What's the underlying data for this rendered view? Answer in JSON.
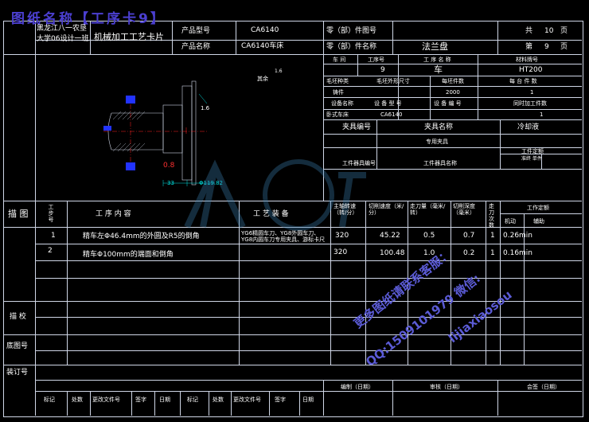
{
  "title_overlay": "图纸名称【工序卡9】",
  "header": {
    "school": "黑龙江八一农垦大学06设计一班",
    "doc_name": "机械加工工艺卡片",
    "product_model_label": "产品型号",
    "product_model": "CA6140",
    "product_name_label": "产品名称",
    "product_name": "CA6140车床",
    "part_drawing_label": "零（部）件图号",
    "part_name_label": "零（部）件名称",
    "part_name": "法兰盘",
    "total_label": "共",
    "total": "10",
    "page_unit": "页",
    "page_label": "第",
    "page": "9"
  },
  "process_row": {
    "workshop_label": "车 间",
    "seq_label": "工序号",
    "proc_name_label": "工 序 名 称",
    "material_label": "材料牌号",
    "seq": "9",
    "proc_name": "车",
    "material": "HT200"
  },
  "blank_row": {
    "blank_type_label": "毛坯种类",
    "blank_size_label": "毛坯外形尺寸",
    "blank_count_label": "每坯件数",
    "per_unit_label": "每 台 件 数",
    "blank_type": "铸件",
    "blank_count": "2000",
    "per_unit": "1"
  },
  "equipment_row": {
    "equip_name_label": "设备名称",
    "equip_model_label": "设 备 型 号",
    "equip_no_label": "设 备 编 号",
    "simul_label": "同时加工件数",
    "equip_name": "卧式车床",
    "equip_model": "CA6140",
    "simul": "1"
  },
  "fixture_row": {
    "fixture_no_label": "夹具编号",
    "fixture_name_label": "夹具名称",
    "coolant_label": "冷却液",
    "fixture_name": "专用夹具",
    "quota_label": "工件定额",
    "quota_sub": "准终 单件",
    "station_tool_no": "工件器具编号",
    "station_tool_name": "工件器具名称"
  },
  "drawing": {
    "surface_note": "其余",
    "roughness": "1.6",
    "ra_right": "1.6",
    "ra_mid": "0.8",
    "dim_33": "33",
    "dim_phi": "Φ119.82"
  },
  "table": {
    "col_sketch": "描 图",
    "col_step": "工步号",
    "col_content": "工 序 内 容",
    "col_equip": "工 艺 装 备",
    "col_speed": "主轴转速（转/分）",
    "col_cut_speed": "切削速度（米/分）",
    "col_feed": "走刀量（毫米/转）",
    "col_depth": "切削深度（毫米）",
    "col_passes": "走刀次数",
    "col_quota": "工作定额",
    "col_machine": "机动",
    "col_aux": "辅助",
    "rows": [
      {
        "step": "1",
        "content": "精车左Φ46.4mm的外圆及R5的倒角",
        "equip": "YG6精圆车刀、YG8外圆车刀、YG8内圆车刀专用夹具、游标卡尺",
        "speed": "320",
        "cut": "45.22",
        "feed": "0.5",
        "depth": "0.7",
        "passes": "1",
        "machine": "0.26min"
      },
      {
        "step": "2",
        "content": "精车Φ100mm的端面和倒角",
        "equip": "",
        "speed": "320",
        "cut": "100.48",
        "feed": "1.0",
        "depth": "0.2",
        "passes": "1",
        "machine": "0.16min"
      }
    ]
  },
  "left_labels": {
    "trace": "描 校",
    "base_no": "底图号",
    "binding_no": "装订号"
  },
  "footer": {
    "mark": "标记",
    "count": "处数",
    "change_doc": "更改文件号",
    "sign": "签字",
    "date": "日期",
    "mark2": "标记",
    "count2": "处数",
    "change_doc2": "更改文件号",
    "sign2": "签字",
    "date2": "日期",
    "compile": "编制（日期）",
    "review": "审核（日期）",
    "countersign": "会签（日期）"
  },
  "watermark": {
    "line1": "更多图纸请联系客服：",
    "line2": "QQ:1509101979 微信:",
    "line3": "lijiaxiaosou"
  },
  "colors": {
    "line": "#cfd6e6",
    "cad_red": "#ff2020",
    "cad_blue": "#2233ff",
    "cad_cyan": "#00e0e0",
    "watermark": "#5b5bd6"
  }
}
